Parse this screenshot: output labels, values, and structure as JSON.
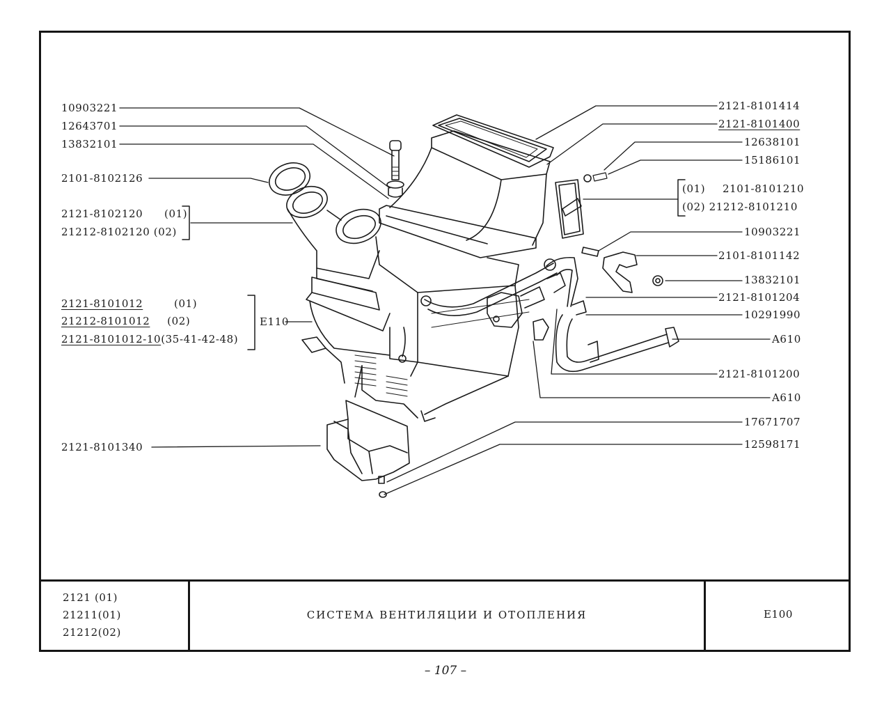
{
  "left_callouts": [
    {
      "id": "10903221-top",
      "text": "10903221"
    },
    {
      "id": "12643701",
      "text": "12643701"
    },
    {
      "id": "13832101-top",
      "text": "13832101"
    },
    {
      "id": "2101-8102126",
      "text": "2101-8102126"
    }
  ],
  "left_bracket_group_nozzle": {
    "items": [
      {
        "part": "2121-8102120",
        "variant": "(01)"
      },
      {
        "part": "21212-8102120",
        "variant": "(02)"
      }
    ]
  },
  "left_bracket_group_heater": {
    "items": [
      {
        "part": "2121-8101012",
        "variant": "(01)"
      },
      {
        "part": "21212-8101012",
        "variant": "(02)"
      },
      {
        "part": "2121-8101012-10",
        "variant": "(35-41-42-48)"
      }
    ],
    "ref": "E110"
  },
  "left_bottom_callout": {
    "text": "2121-8101340"
  },
  "right_callouts": [
    {
      "id": "2121-8101414",
      "text": "2121-8101414",
      "underlined": false
    },
    {
      "id": "2121-8101400",
      "text": "2121-8101400",
      "underlined": true
    },
    {
      "id": "12638101",
      "text": "12638101",
      "underlined": false
    },
    {
      "id": "15186101",
      "text": "15186101",
      "underlined": false
    }
  ],
  "right_bracket_group_cover": {
    "items": [
      {
        "variant": "(01)",
        "part": "2101-8101210"
      },
      {
        "variant": "(02)",
        "part": "21212-8101210"
      }
    ]
  },
  "right_callouts_lower": [
    {
      "id": "10903221-right",
      "text": "10903221"
    },
    {
      "id": "2101-8101142",
      "text": "2101-8101142"
    },
    {
      "id": "13832101-right",
      "text": "13832101"
    },
    {
      "id": "2121-8101204",
      "text": "2121-8101204"
    },
    {
      "id": "10291990",
      "text": "10291990"
    },
    {
      "id": "A610-a",
      "text": "A610"
    },
    {
      "id": "2121-8101200",
      "text": "2121-8101200"
    },
    {
      "id": "A610-b",
      "text": "A610"
    },
    {
      "id": "17671707",
      "text": "17671707"
    },
    {
      "id": "12598171",
      "text": "12598171"
    }
  ],
  "title_block": {
    "models": [
      "2121 (01)",
      "21211(01)",
      "21212(02)"
    ],
    "title": "СИСТЕМА ВЕНТИЛЯЦИИ И ОТОПЛЕНИЯ",
    "code": "E100"
  },
  "page_number": "– 107 –"
}
